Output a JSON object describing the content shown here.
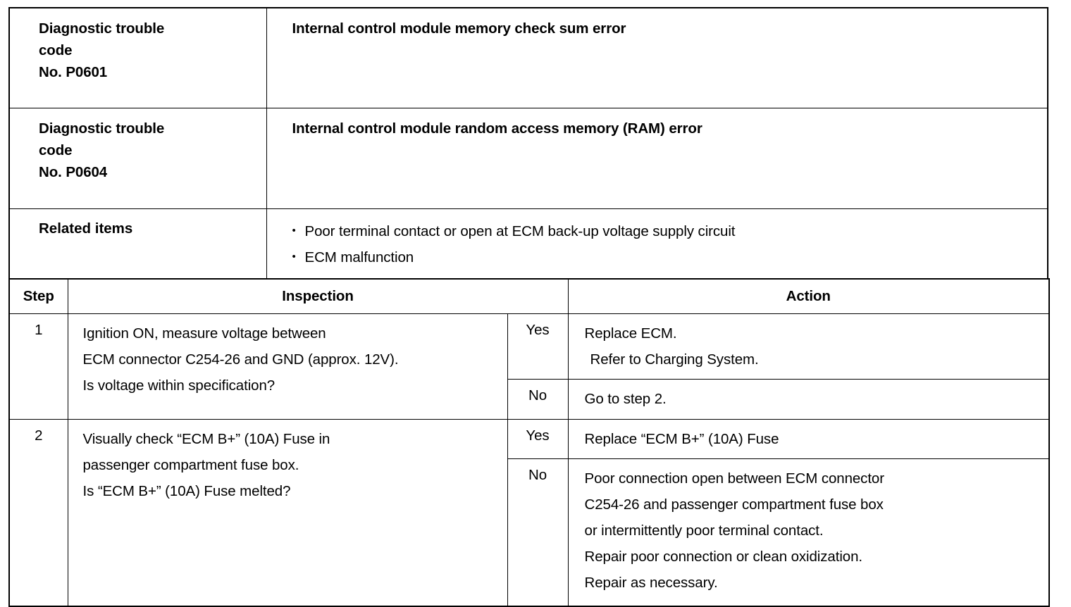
{
  "document": {
    "type": "service-manual-diagnostic-page",
    "background_color": "#ffffff",
    "text_color": "#000000"
  },
  "dtc_table": {
    "rows": [
      {
        "label_lines": [
          "Diagnostic trouble",
          "code",
          "No. P0601"
        ],
        "code": "P0601",
        "description": "Internal control module memory check sum error"
      },
      {
        "label_lines": [
          "Diagnostic trouble",
          "code",
          "No. P0604"
        ],
        "code": "P0604",
        "description": "Internal control module random access memory (RAM) error"
      }
    ],
    "related": {
      "label": "Related items",
      "items": [
        "Poor terminal contact or open at ECM back-up voltage supply circuit",
        "ECM malfunction"
      ]
    }
  },
  "flow_table": {
    "headers": {
      "step": "Step",
      "inspection": "Inspection",
      "action": "Action"
    },
    "rows": [
      {
        "step": "1",
        "inspection_lines": [
          "Ignition ON, measure voltage between",
          "ECM connector C254-26 and GND (approx. 12V).",
          "Is voltage within specification?"
        ],
        "branches": [
          {
            "answer": "Yes",
            "action_lines": [
              "Replace ECM.",
              "Refer to Charging System."
            ]
          },
          {
            "answer": "No",
            "action_lines": [
              "Go to step 2."
            ]
          }
        ]
      },
      {
        "step": "2",
        "inspection_lines": [
          "Visually check “ECM B+” (10A) Fuse in",
          "passenger compartment fuse box.",
          "Is “ECM B+” (10A) Fuse melted?"
        ],
        "branches": [
          {
            "answer": "Yes",
            "action_lines": [
              "Replace “ECM B+” (10A) Fuse"
            ]
          },
          {
            "answer": "No",
            "action_lines": [
              "Poor connection open between ECM connector",
              "C254-26 and passenger compartment fuse box",
              "or intermittently poor terminal contact.",
              "Repair poor connection or clean oxidization.",
              "Repair as necessary."
            ]
          }
        ]
      }
    ]
  }
}
